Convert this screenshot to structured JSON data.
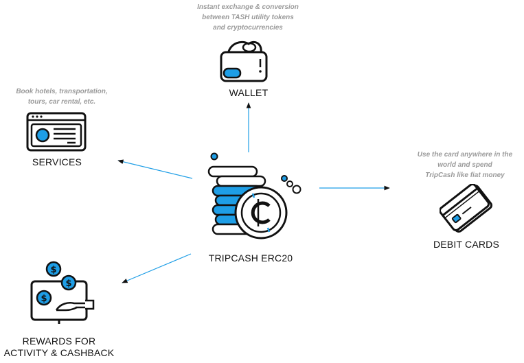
{
  "center": {
    "label": "TRIPCASH ERC20"
  },
  "nodes": {
    "wallet": {
      "label": "WALLET",
      "description": [
        "Instant exchange & conversion",
        "between TASH utility tokens",
        "and cryptocurrencies"
      ]
    },
    "services": {
      "label": "SERVICES",
      "description": [
        "Book hotels, transportation,",
        "tours, car rental, etc."
      ]
    },
    "debit_cards": {
      "label": "DEBIT CARDS",
      "description": [
        "Use the card anywhere in the",
        "world and spend",
        "TripCash like fiat money"
      ]
    },
    "rewards": {
      "label_lines": [
        "REWARDS FOR",
        "ACTIVITY & CASHBACK"
      ]
    }
  },
  "colors": {
    "accent": "#1e9ee6",
    "stroke": "#111111",
    "muted": "#9a9a9a"
  }
}
